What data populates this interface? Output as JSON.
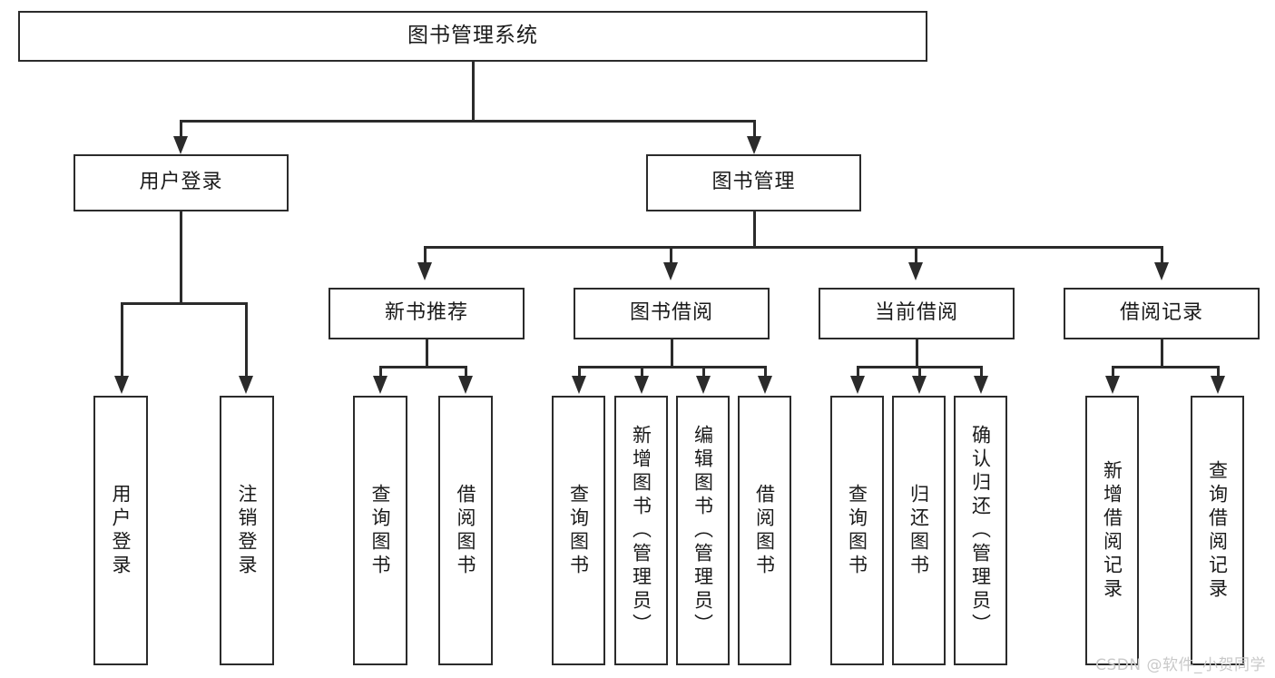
{
  "diagram": {
    "title": "图书管理系统",
    "type": "tree-hierarchy-chart",
    "watermark": "CSDN @软件_小贺同学",
    "colors": {
      "stroke": "#2b2b2b",
      "fill": "#ffffff",
      "text": "#1a1a1a",
      "watermark": "#c9c9c9"
    },
    "root": {
      "label": "图书管理系统"
    },
    "level2": [
      {
        "id": "user-login",
        "label": "用户登录"
      },
      {
        "id": "book-manage",
        "label": "图书管理"
      }
    ],
    "level3": [
      {
        "id": "new-book-rec",
        "label": "新书推荐"
      },
      {
        "id": "book-borrow",
        "label": "图书借阅"
      },
      {
        "id": "current-borrow",
        "label": "当前借阅"
      },
      {
        "id": "borrow-record",
        "label": "借阅记录"
      }
    ],
    "leaves": {
      "user-login": [
        {
          "id": "leaf-user-login",
          "label": "用户登录"
        },
        {
          "id": "leaf-logout",
          "label": "注销登录"
        }
      ],
      "new-book-rec": [
        {
          "id": "leaf-query-book-1",
          "label": "查询图书"
        },
        {
          "id": "leaf-borrow-book-1",
          "label": "借阅图书"
        }
      ],
      "book-borrow": [
        {
          "id": "leaf-query-book-2",
          "label": "查询图书"
        },
        {
          "id": "leaf-add-book",
          "label": "新增图书（管理员）"
        },
        {
          "id": "leaf-edit-book",
          "label": "编辑图书（管理员）"
        },
        {
          "id": "leaf-borrow-book-2",
          "label": "借阅图书"
        }
      ],
      "current-borrow": [
        {
          "id": "leaf-query-book-3",
          "label": "查询图书"
        },
        {
          "id": "leaf-return-book",
          "label": "归还图书"
        },
        {
          "id": "leaf-confirm-return",
          "label": "确认归还（管理员）"
        }
      ],
      "borrow-record": [
        {
          "id": "leaf-add-record",
          "label": "新增借阅记录"
        },
        {
          "id": "leaf-query-record",
          "label": "查询借阅记录"
        }
      ]
    }
  }
}
